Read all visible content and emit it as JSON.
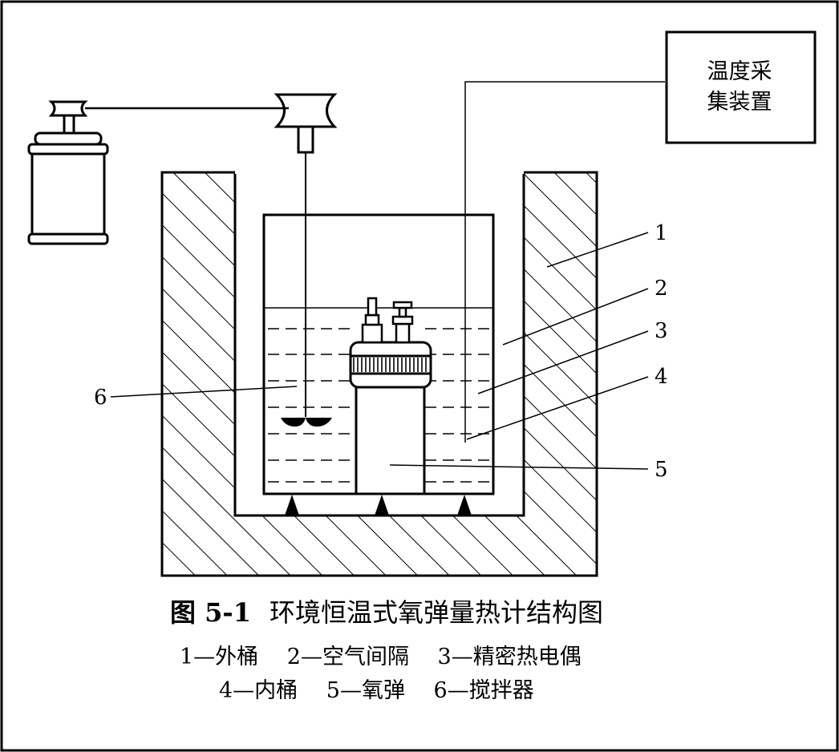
{
  "title": {
    "figure_no": "图 5-1",
    "caption": "环境恒温式氧弹量热计结构图"
  },
  "temperature_box": {
    "line1": "温度采",
    "line2": "集装置"
  },
  "callouts": [
    "1",
    "2",
    "3",
    "4",
    "5",
    "6"
  ],
  "legend": {
    "line1": "1—外桶　 2—空气间隔　 3—精密热电偶",
    "line2": "4—内桶　 5—氧弹　 6—搅拌器"
  },
  "colors": {
    "stroke": "#000000",
    "background": "#ffffff"
  }
}
